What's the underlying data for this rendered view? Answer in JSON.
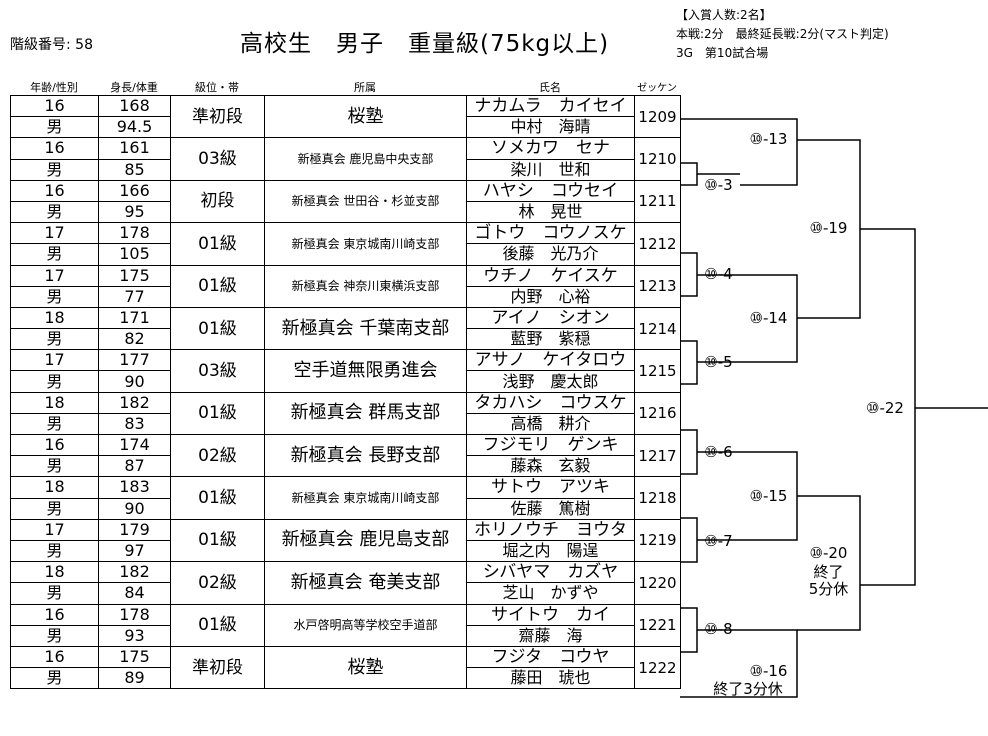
{
  "header": {
    "class_number": "階級番号: 58",
    "title": "高校生　男子　重量級(75kg以上)",
    "info": [
      "【入賞人数:2名】",
      "本戦:2分　最終延長戦:2分(マスト判定)",
      "3G　第10試合場"
    ]
  },
  "columns": {
    "age_sex": "年齢/性別",
    "height_weight": "身長/体重",
    "grade": "級位・帯",
    "affiliation": "所属",
    "name": "氏名",
    "number": "ゼッケン"
  },
  "entries": [
    {
      "age": "16",
      "sex": "男",
      "height": "168",
      "weight": "94.5",
      "grade": "準初段",
      "affiliation": "桜塾",
      "aff_big": true,
      "kana": "ナカムラ　カイセイ",
      "name": "中村　海晴",
      "number": "1209"
    },
    {
      "age": "16",
      "sex": "男",
      "height": "161",
      "weight": "85",
      "grade": "03級",
      "affiliation": "新極真会 鹿児島中央支部",
      "aff_big": false,
      "kana": "ソメカワ　セナ",
      "name": "染川　世和",
      "number": "1210"
    },
    {
      "age": "16",
      "sex": "男",
      "height": "166",
      "weight": "95",
      "grade": "初段",
      "affiliation": "新極真会 世田谷・杉並支部",
      "aff_big": false,
      "kana": "ハヤシ　コウセイ",
      "name": "林　晃世",
      "number": "1211"
    },
    {
      "age": "17",
      "sex": "男",
      "height": "178",
      "weight": "105",
      "grade": "01級",
      "affiliation": "新極真会 東京城南川崎支部",
      "aff_big": false,
      "kana": "ゴトウ　コウノスケ",
      "name": "後藤　光乃介",
      "number": "1212"
    },
    {
      "age": "17",
      "sex": "男",
      "height": "175",
      "weight": "77",
      "grade": "01級",
      "affiliation": "新極真会 神奈川東横浜支部",
      "aff_big": false,
      "kana": "ウチノ　ケイスケ",
      "name": "内野　心裕",
      "number": "1213"
    },
    {
      "age": "18",
      "sex": "男",
      "height": "171",
      "weight": "82",
      "grade": "01級",
      "affiliation": "新極真会 千葉南支部",
      "aff_big": true,
      "kana": "アイノ　シオン",
      "name": "藍野　紫穏",
      "number": "1214"
    },
    {
      "age": "17",
      "sex": "男",
      "height": "177",
      "weight": "90",
      "grade": "03級",
      "affiliation": "空手道無限勇進会",
      "aff_big": true,
      "kana": "アサノ　ケイタロウ",
      "name": "浅野　慶太郎",
      "number": "1215"
    },
    {
      "age": "18",
      "sex": "男",
      "height": "182",
      "weight": "83",
      "grade": "01級",
      "affiliation": "新極真会 群馬支部",
      "aff_big": true,
      "kana": "タカハシ　コウスケ",
      "name": "高橋　耕介",
      "number": "1216"
    },
    {
      "age": "16",
      "sex": "男",
      "height": "174",
      "weight": "87",
      "grade": "02級",
      "affiliation": "新極真会 長野支部",
      "aff_big": true,
      "kana": "フジモリ　ゲンキ",
      "name": "藤森　玄毅",
      "number": "1217"
    },
    {
      "age": "18",
      "sex": "男",
      "height": "183",
      "weight": "90",
      "grade": "01級",
      "affiliation": "新極真会 東京城南川崎支部",
      "aff_big": false,
      "kana": "サトウ　アツキ",
      "name": "佐藤　篤樹",
      "number": "1218"
    },
    {
      "age": "17",
      "sex": "男",
      "height": "179",
      "weight": "97",
      "grade": "01級",
      "affiliation": "新極真会 鹿児島支部",
      "aff_big": true,
      "kana": "ホリノウチ　ヨウタ",
      "name": "堀之内　陽逞",
      "number": "1219"
    },
    {
      "age": "18",
      "sex": "男",
      "height": "182",
      "weight": "84",
      "grade": "02級",
      "affiliation": "新極真会 奄美支部",
      "aff_big": true,
      "kana": "シバヤマ　カズヤ",
      "name": "芝山　かずや",
      "number": "1220"
    },
    {
      "age": "16",
      "sex": "男",
      "height": "178",
      "weight": "93",
      "grade": "01級",
      "affiliation": "水戸啓明高等学校空手道部",
      "aff_big": false,
      "kana": "サイトウ　カイ",
      "name": "齋藤　海",
      "number": "1221"
    },
    {
      "age": "16",
      "sex": "男",
      "height": "175",
      "weight": "89",
      "grade": "準初段",
      "affiliation": "桜塾",
      "aff_big": true,
      "kana": "フジタ　コウヤ",
      "name": "藤田　琥也",
      "number": "1222"
    }
  ],
  "bracket": {
    "m3": "⑩-3",
    "m4": "⑩-4",
    "m5": "⑩-5",
    "m6": "⑩-6",
    "m7": "⑩-7",
    "m8": "⑩-8",
    "m13": "⑩-13",
    "m14": "⑩-14",
    "m15": "⑩-15",
    "m16": "⑩-16",
    "m16_note": "終了3分休",
    "m19": "⑩-19",
    "m20": "⑩-20",
    "m20_note1": "終了",
    "m20_note2": "5分休",
    "m22": "⑩-22"
  }
}
